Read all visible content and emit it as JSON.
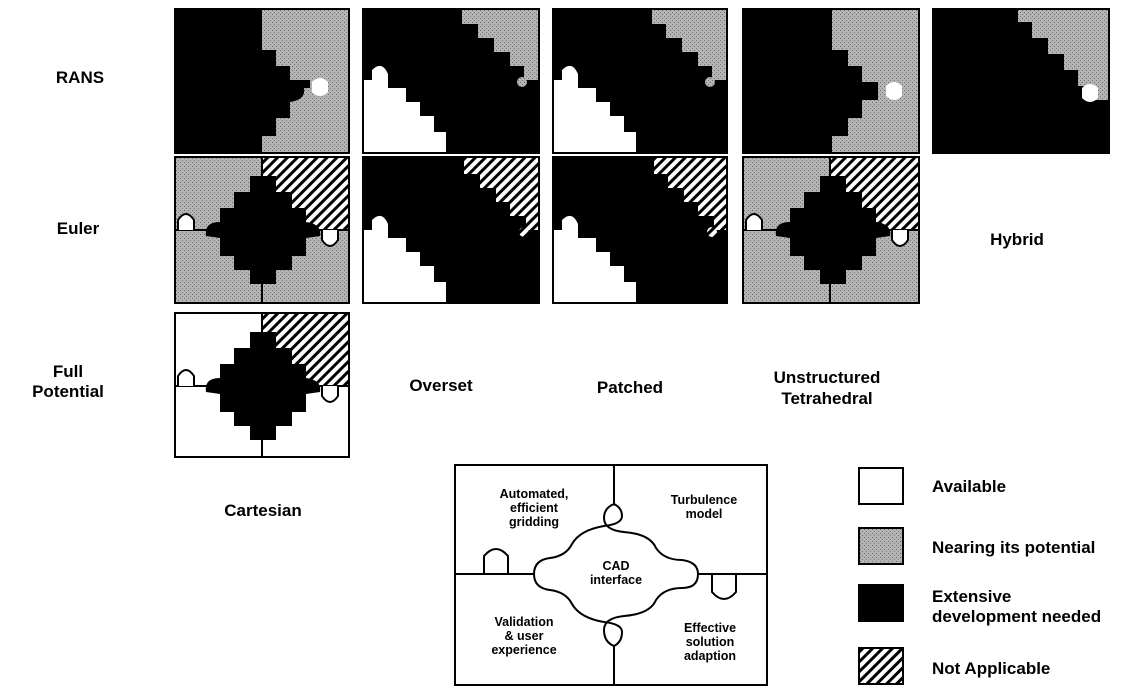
{
  "rows": {
    "rans": "RANS",
    "euler": "Euler",
    "full_potential_line1": "Full",
    "full_potential_line2": "Potential"
  },
  "columns": {
    "cartesian": "Cartesian",
    "overset": "Overset",
    "patched": "Patched",
    "unstructured_line1": "Unstructured",
    "unstructured_line2": "Tetrahedral",
    "hybrid": "Hybrid"
  },
  "key": {
    "top_left_line1": "Automated,",
    "top_left_line2": "efficient",
    "top_left_line3": "gridding",
    "top_right_line1": "Turbulence",
    "top_right_line2": "model",
    "center_line1": "CAD",
    "center_line2": "interface",
    "bottom_left_line1": "Validation",
    "bottom_left_line2": "& user",
    "bottom_left_line3": "experience",
    "bottom_right_line1": "Effective",
    "bottom_right_line2": "solution",
    "bottom_right_line3": "adaption"
  },
  "legend": {
    "available": "Available",
    "nearing": "Nearing its potential",
    "extensive_line1": "Extensive",
    "extensive_line2": "development needed",
    "not_applicable": "Not Applicable"
  },
  "colors": {
    "available": "#ffffff",
    "nearing": "#a8a8a8",
    "extensive": "#000000",
    "not_applicable_hatch": "#000000"
  }
}
